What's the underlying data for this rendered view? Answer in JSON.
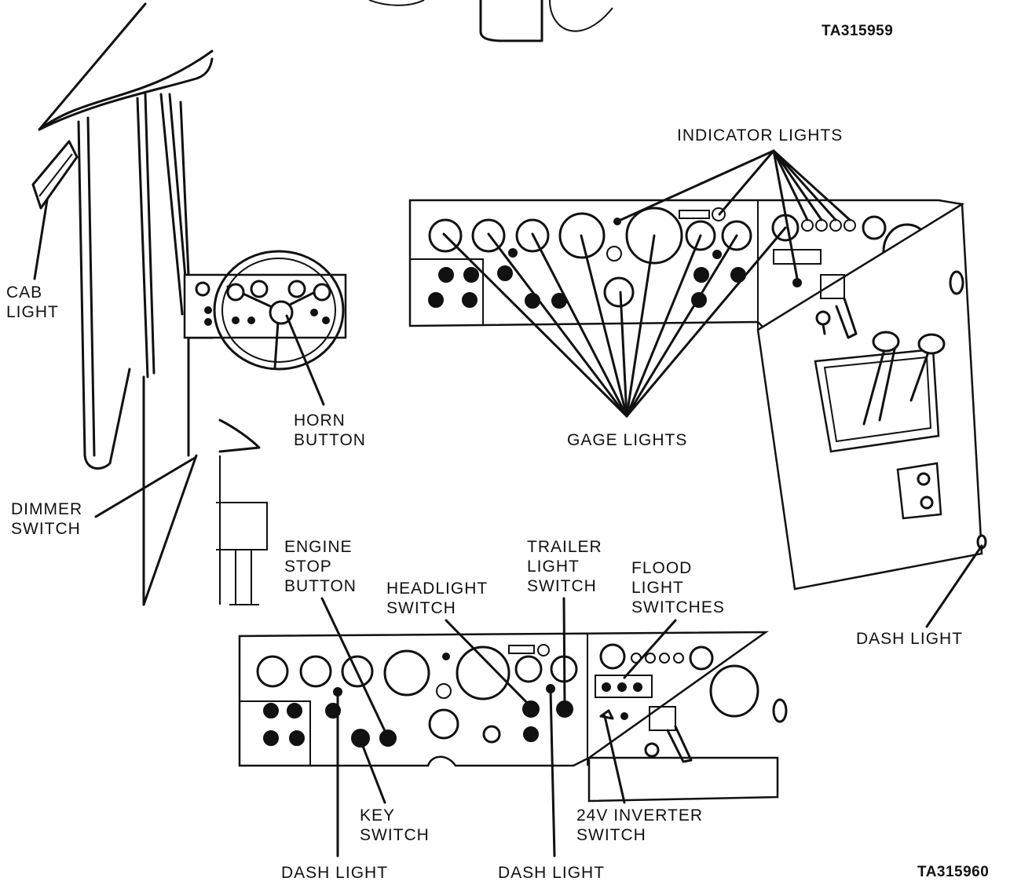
{
  "figure_codes": {
    "top": "TA315959",
    "bottom": "TA315960"
  },
  "labels": {
    "cab_light": "CAB\nLIGHT",
    "dimmer_switch": "DIMMER\nSWITCH",
    "horn_button": "HORN\nBUTTON",
    "indicator_lights": "INDICATOR LIGHTS",
    "gage_lights": "GAGE LIGHTS",
    "dash_light_right": "DASH LIGHT",
    "engine_stop_button": "ENGINE\nSTOP\nBUTTON",
    "headlight_switch": "HEADLIGHT\nSWITCH",
    "trailer_light_switch": "TRAILER\nLIGHT\nSWITCH",
    "flood_light_switches": "FLOOD\nLIGHT\nSWITCHES",
    "key_switch": "KEY\nSWITCH",
    "inverter_switch": "24V INVERTER\nSWITCH",
    "dash_light_left": "DASH LIGHT",
    "dash_light_middle": "DASH LIGHT"
  }
}
